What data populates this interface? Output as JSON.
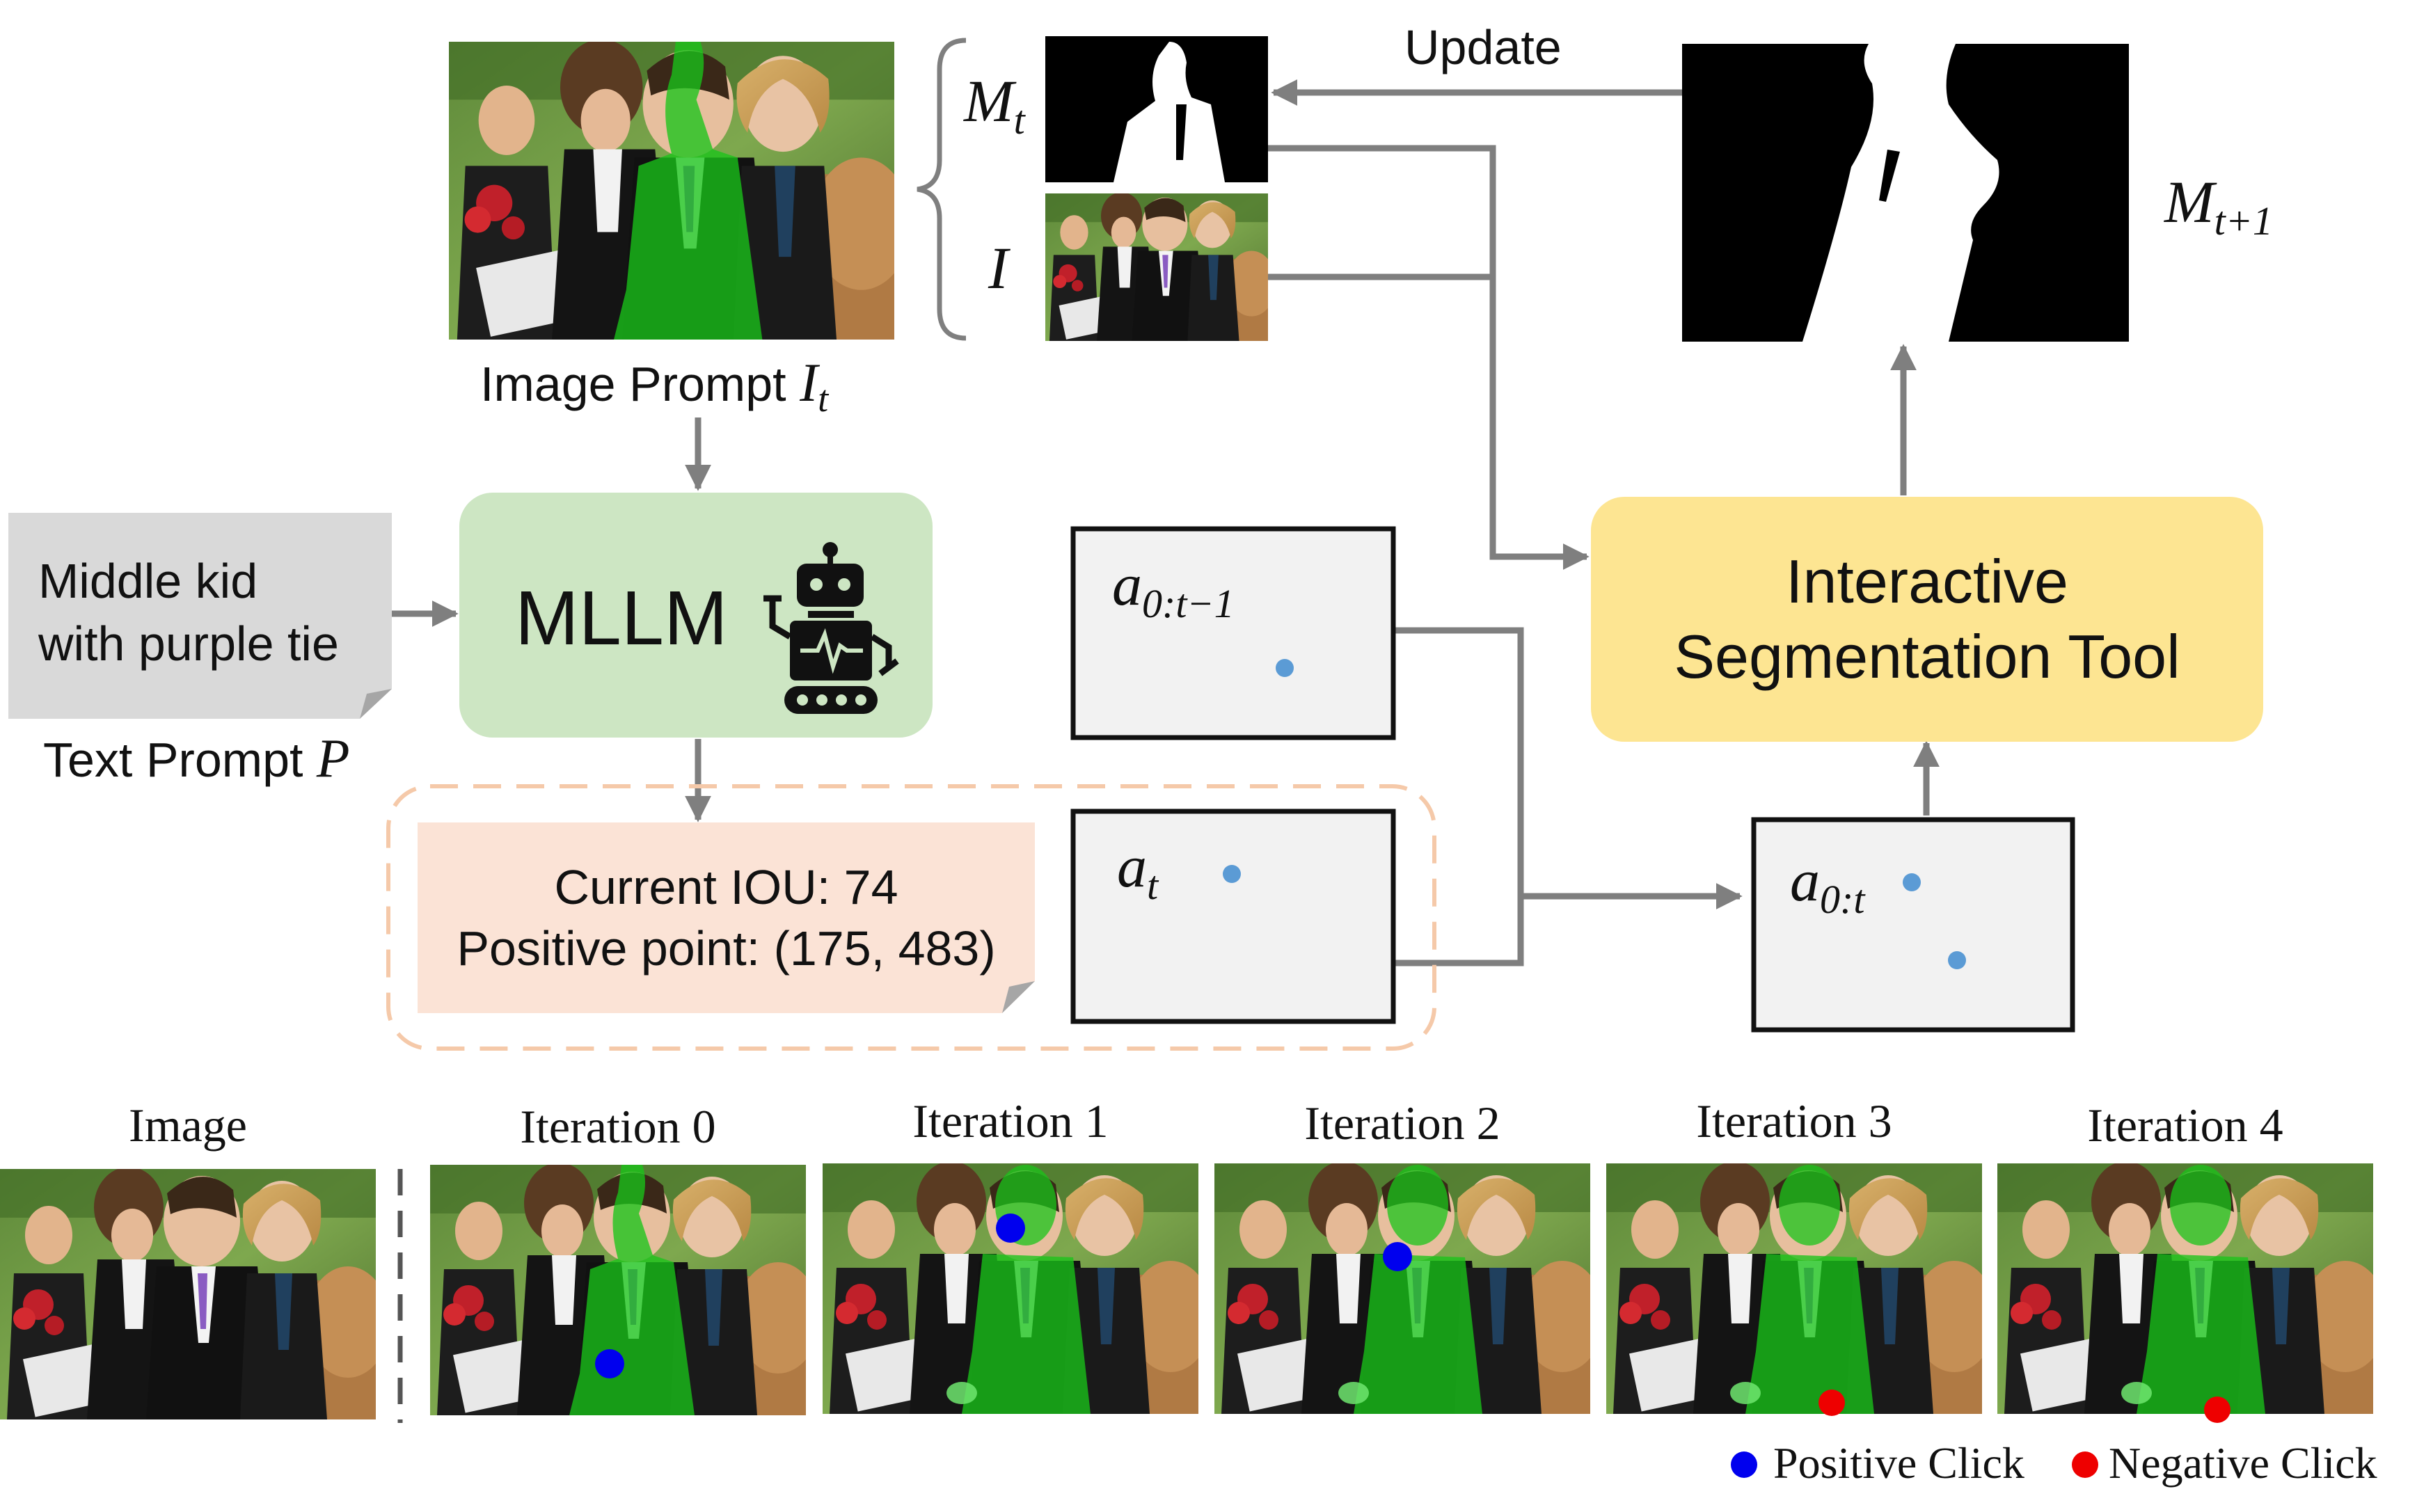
{
  "image_prompt": {
    "label": "Image Prompt",
    "var": "I",
    "sub": "t"
  },
  "mask_label": {
    "var": "M",
    "sub": "t"
  },
  "image_label": {
    "var": "I"
  },
  "update_label": "Update",
  "next_mask_label": {
    "var": "M",
    "sub": "t+1"
  },
  "text_prompt": {
    "content_line1": "Middle kid",
    "content_line2": "with purple tie",
    "label": "Text Prompt",
    "var": "P"
  },
  "mllm": {
    "label": "MLLM",
    "icon": "robot-icon"
  },
  "output": {
    "line1": "Current IOU: 74",
    "line2": "Positive point: (175, 483)"
  },
  "tool": {
    "line1": "Interactive",
    "line2": "Segmentation Tool"
  },
  "actions": {
    "prev": {
      "var": "a",
      "sub": "0:t−1"
    },
    "current": {
      "var": "a",
      "sub": "t"
    },
    "all": {
      "var": "a",
      "sub": "0:t"
    }
  },
  "iterations": {
    "image_label": "Image",
    "labels": [
      "Iteration 0",
      "Iteration 1",
      "Iteration 2",
      "Iteration 3",
      "Iteration 4"
    ]
  },
  "legend": {
    "positive": "Positive Click",
    "negative": "Negative Click"
  },
  "colors": {
    "mllm_fill": "#cde6c3",
    "tool_fill": "#fde592",
    "output_fill": "#fbe3d6",
    "text_prompt_fill": "#d9d9d9",
    "dashed_border": "#f5c9a9",
    "arrow": "#7f7f7f",
    "action_dot": "#5b9bd5",
    "positive_click": "#0000ee",
    "negative_click": "#ee0000",
    "mask_green": "#19c419"
  }
}
